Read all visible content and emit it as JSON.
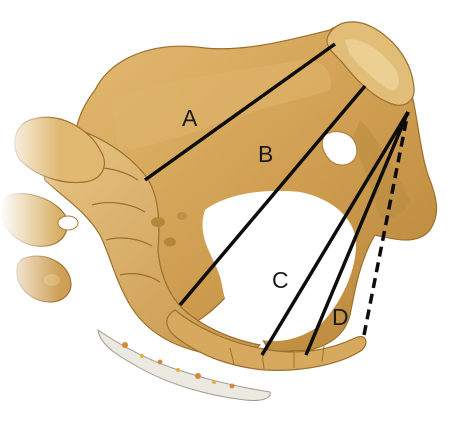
{
  "diagram": {
    "labels": {
      "a": "A",
      "b": "B",
      "c": "C",
      "d": "D"
    },
    "colors": {
      "bone": "#d4a558",
      "bone_light": "#e6c27f",
      "bone_dark": "#a77a34",
      "bone_shadow": "#8c6228",
      "line": "#0d0d0d",
      "background": "#ffffff",
      "tissue": "#e9e6de"
    }
  }
}
